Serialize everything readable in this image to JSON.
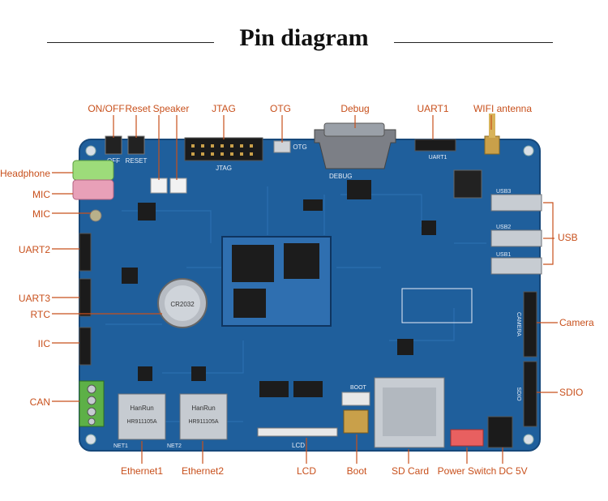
{
  "title": "Pin diagram",
  "colors": {
    "pcb": "#1f5f9c",
    "pcb_edge": "#16487a",
    "label": "#c8501c",
    "leader": "#c8501c",
    "header_black": "#1b1b1b",
    "silkscreen": "#e8eef7",
    "gold": "#c9a04a"
  },
  "labels": {
    "on_off": "ON/OFF",
    "reset": "Reset",
    "speaker": "Speaker",
    "jtag": "JTAG",
    "otg": "OTG",
    "debug": "Debug",
    "uart1": "UART1",
    "wifi_antenna": "WIFI antenna",
    "headphone": "Headphone",
    "mic_1": "MIC",
    "mic_2": "MIC",
    "uart2": "UART2",
    "uart3": "UART3",
    "rtc": "RTC",
    "iic": "IIC",
    "can": "CAN",
    "usb": "USB",
    "camera": "Camera",
    "sdio": "SDIO",
    "ethernet1": "Ethernet1",
    "ethernet2": "Ethernet2",
    "lcd": "LCD",
    "boot": "Boot",
    "sd_card": "SD Card",
    "power_switch": "Power Switch",
    "dc_5v": "DC 5V"
  },
  "silkscreen": {
    "off": "OFF",
    "reset": "RESET",
    "jtag": "JTAG",
    "otg": "OTG",
    "debug": "DEBUG",
    "uart1": "UART1",
    "usb3": "USB3",
    "usb2": "USB2",
    "usb1": "USB1",
    "camera": "CAMERA",
    "sdio": "SDIO",
    "lcd": "LCD",
    "boot": "BOOT",
    "net1": "NET1",
    "net2": "NET2",
    "magjack_brand_1": "HanRun",
    "magjack_part_1": "HR911105A",
    "magjack_brand_2": "HanRun",
    "magjack_part_2": "HR911105A",
    "battery": "CR2032"
  }
}
